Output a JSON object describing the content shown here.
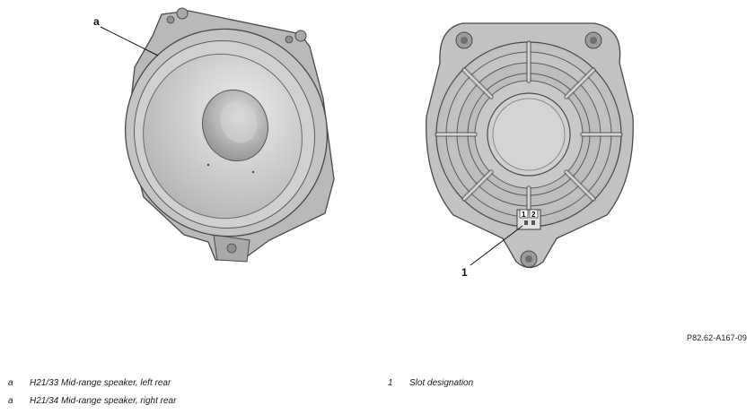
{
  "callouts": {
    "left_label": "a",
    "right_label": "1",
    "pin_1": "1",
    "pin_2": "2"
  },
  "figure_code": "P82.62-A167-09",
  "legend": {
    "left": [
      {
        "key": "a",
        "text": "H21/33 Mid-range speaker, left rear"
      },
      {
        "key": "a",
        "text": "H21/34 Mid-range speaker, right rear"
      }
    ],
    "right": [
      {
        "key": "1",
        "text": "Slot designation"
      }
    ]
  },
  "colors": {
    "housing": "#bdbdbd",
    "cone": "#cccccc",
    "outline": "#4a4a4a"
  }
}
